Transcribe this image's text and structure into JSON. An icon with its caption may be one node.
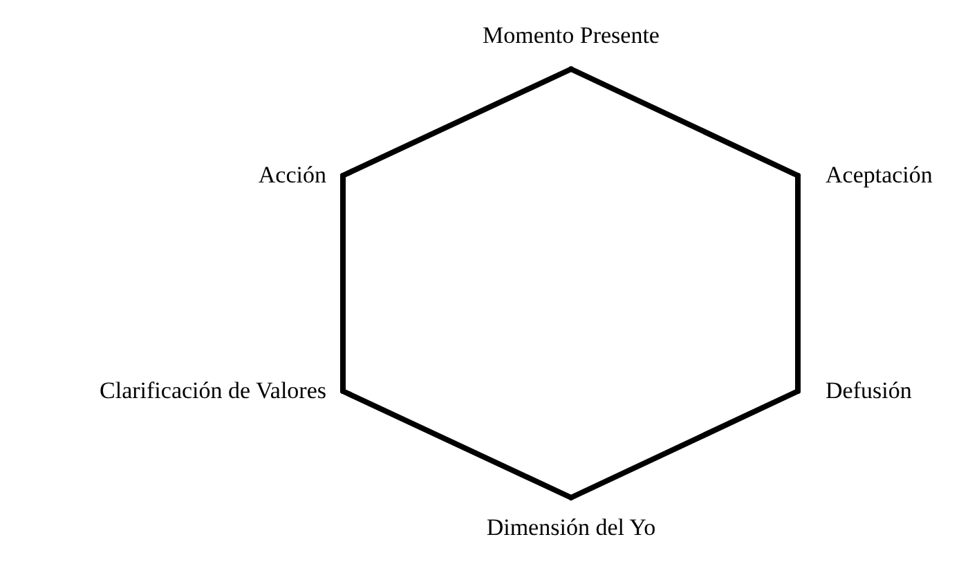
{
  "diagram": {
    "nodes": [
      {
        "text": [
          "Momento Presente"
        ]
      },
      {
        "text": [
          "Acción"
        ]
      },
      {
        "text": [
          "Aceptación"
        ]
      },
      {
        "text": [
          "Clarificación de Valores"
        ]
      },
      {
        "text": [
          "Defusión"
        ]
      },
      {
        "text": [
          "Dimensión del Yo"
        ]
      }
    ],
    "edges": [
      {
        "from": 0,
        "to": 2,
        "arrow": "none"
      },
      {
        "from": 2,
        "to": 4,
        "arrow": "none"
      },
      {
        "from": 4,
        "to": 5,
        "arrow": "none"
      },
      {
        "from": 5,
        "to": 3,
        "arrow": "none"
      },
      {
        "from": 3,
        "to": 1,
        "arrow": "none"
      },
      {
        "from": 1,
        "to": 0,
        "arrow": "none"
      }
    ]
  }
}
